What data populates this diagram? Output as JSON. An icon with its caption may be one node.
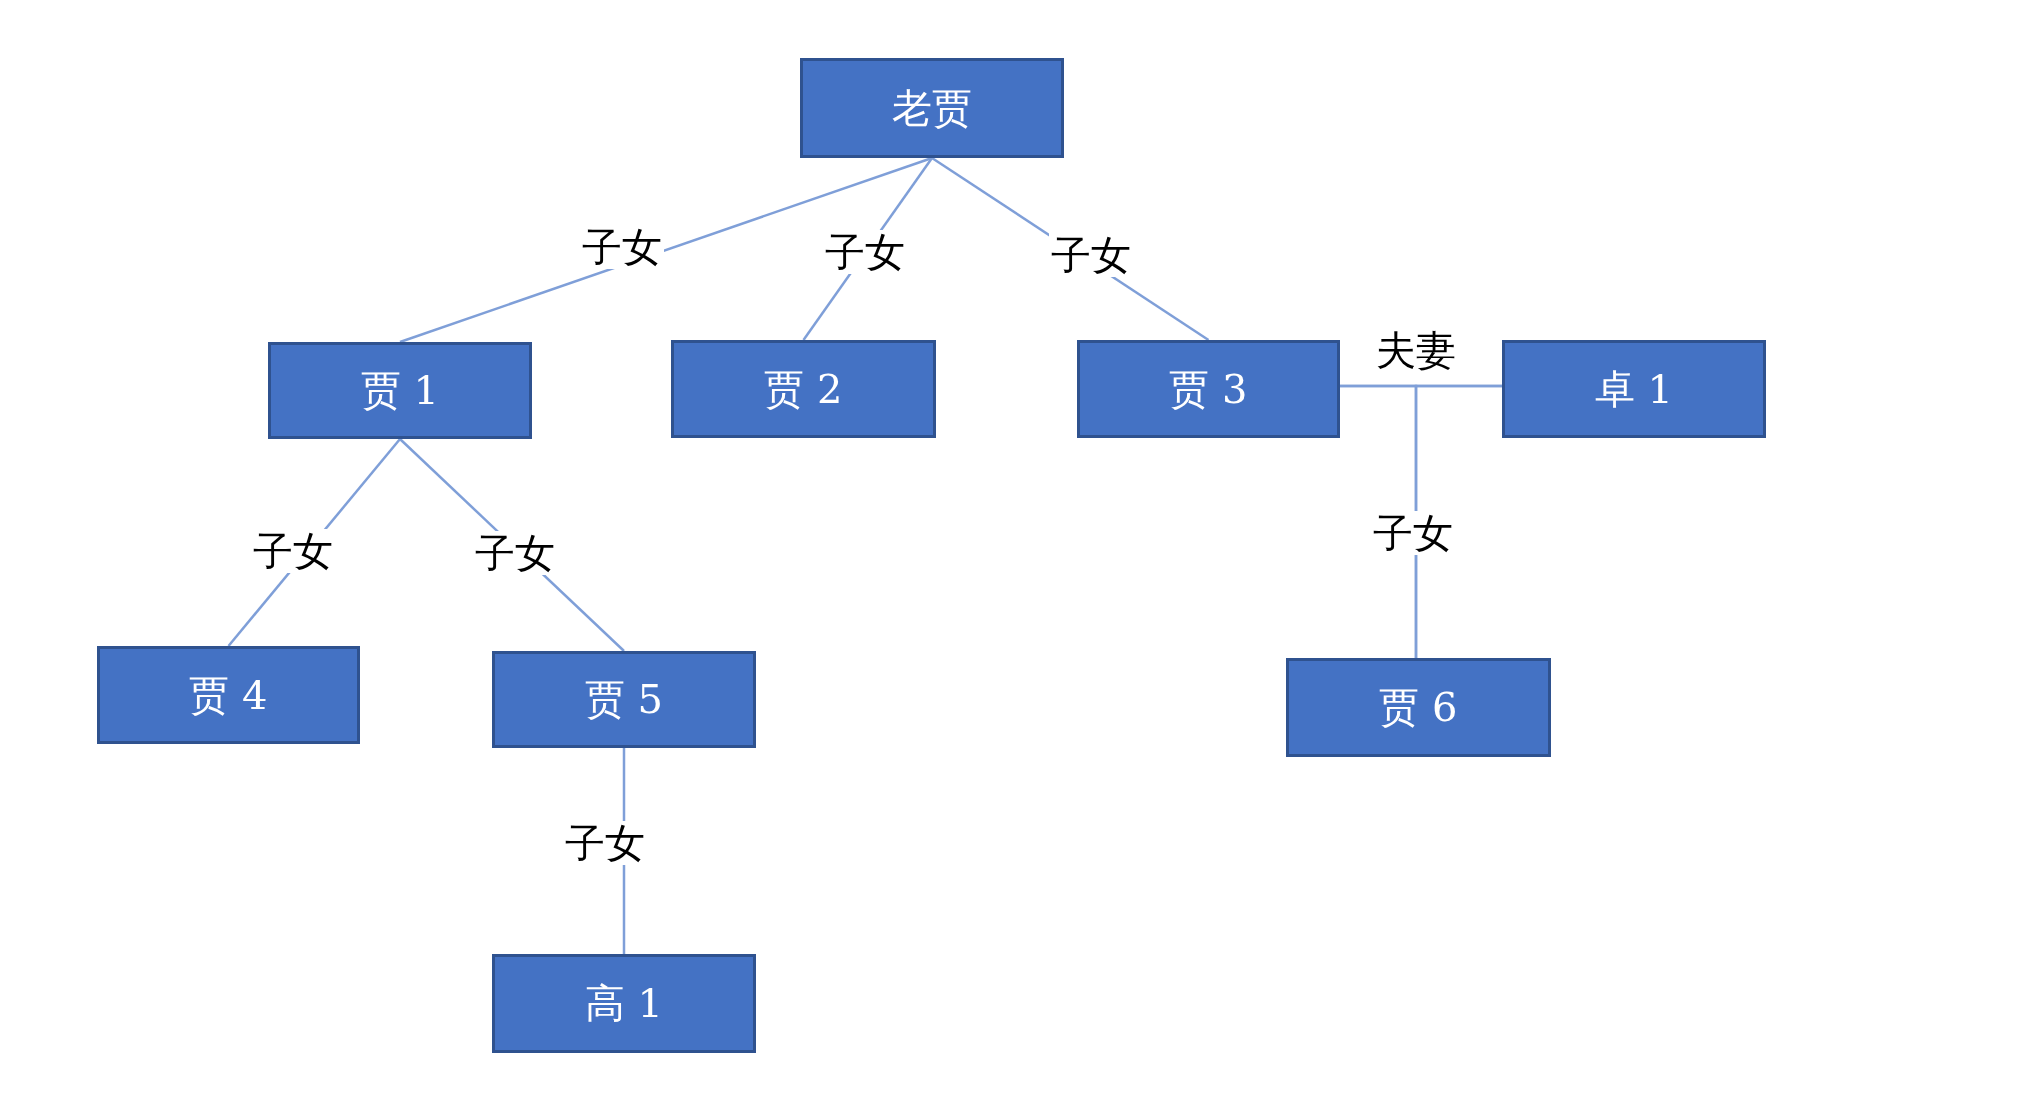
{
  "diagram": {
    "nodes": [
      {
        "text": [
          "老贾"
        ]
      },
      {
        "text": [
          "贾 1"
        ]
      },
      {
        "text": [
          "贾 2"
        ]
      },
      {
        "text": [
          "贾 3"
        ]
      },
      {
        "text": [
          "卓 1"
        ]
      },
      {
        "text": [
          "贾 4"
        ]
      },
      {
        "text": [
          "贾 5"
        ]
      },
      {
        "text": [
          "贾 6"
        ]
      },
      {
        "text": [
          "高 1"
        ]
      }
    ],
    "edges": [
      {
        "from": 0,
        "to": 1,
        "arrow": "none",
        "label": "子女"
      },
      {
        "from": 0,
        "to": 2,
        "arrow": "none",
        "label": "子女"
      },
      {
        "from": 0,
        "to": 3,
        "arrow": "none",
        "label": "子女"
      },
      {
        "from": 1,
        "to": 5,
        "arrow": "none",
        "label": "子女"
      },
      {
        "from": 1,
        "to": 6,
        "arrow": "none",
        "label": "子女"
      },
      {
        "from": 6,
        "to": 8,
        "arrow": "none",
        "label": "子女"
      },
      {
        "from": 3,
        "to": 4,
        "arrow": "none",
        "label": "夫妻"
      },
      {
        "from": 3,
        "to": 7,
        "arrow": "none",
        "label": "子女"
      },
      {
        "from": 4,
        "to": 7,
        "arrow": "none"
      }
    ]
  }
}
